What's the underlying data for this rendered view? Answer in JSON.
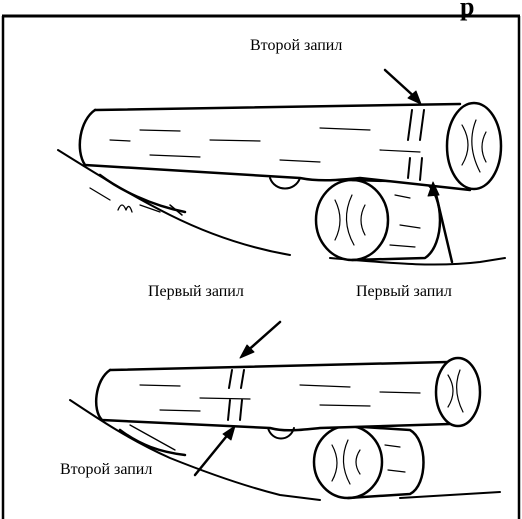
{
  "header_fragment": "р",
  "labels": {
    "top_second_cut": "Второй запил",
    "top_first_cut_left": "Первый запил",
    "top_first_cut_right": "Первый запил",
    "bottom_second_cut": "Второй запил"
  },
  "colors": {
    "ink": "#000000",
    "background": "#ffffff"
  }
}
